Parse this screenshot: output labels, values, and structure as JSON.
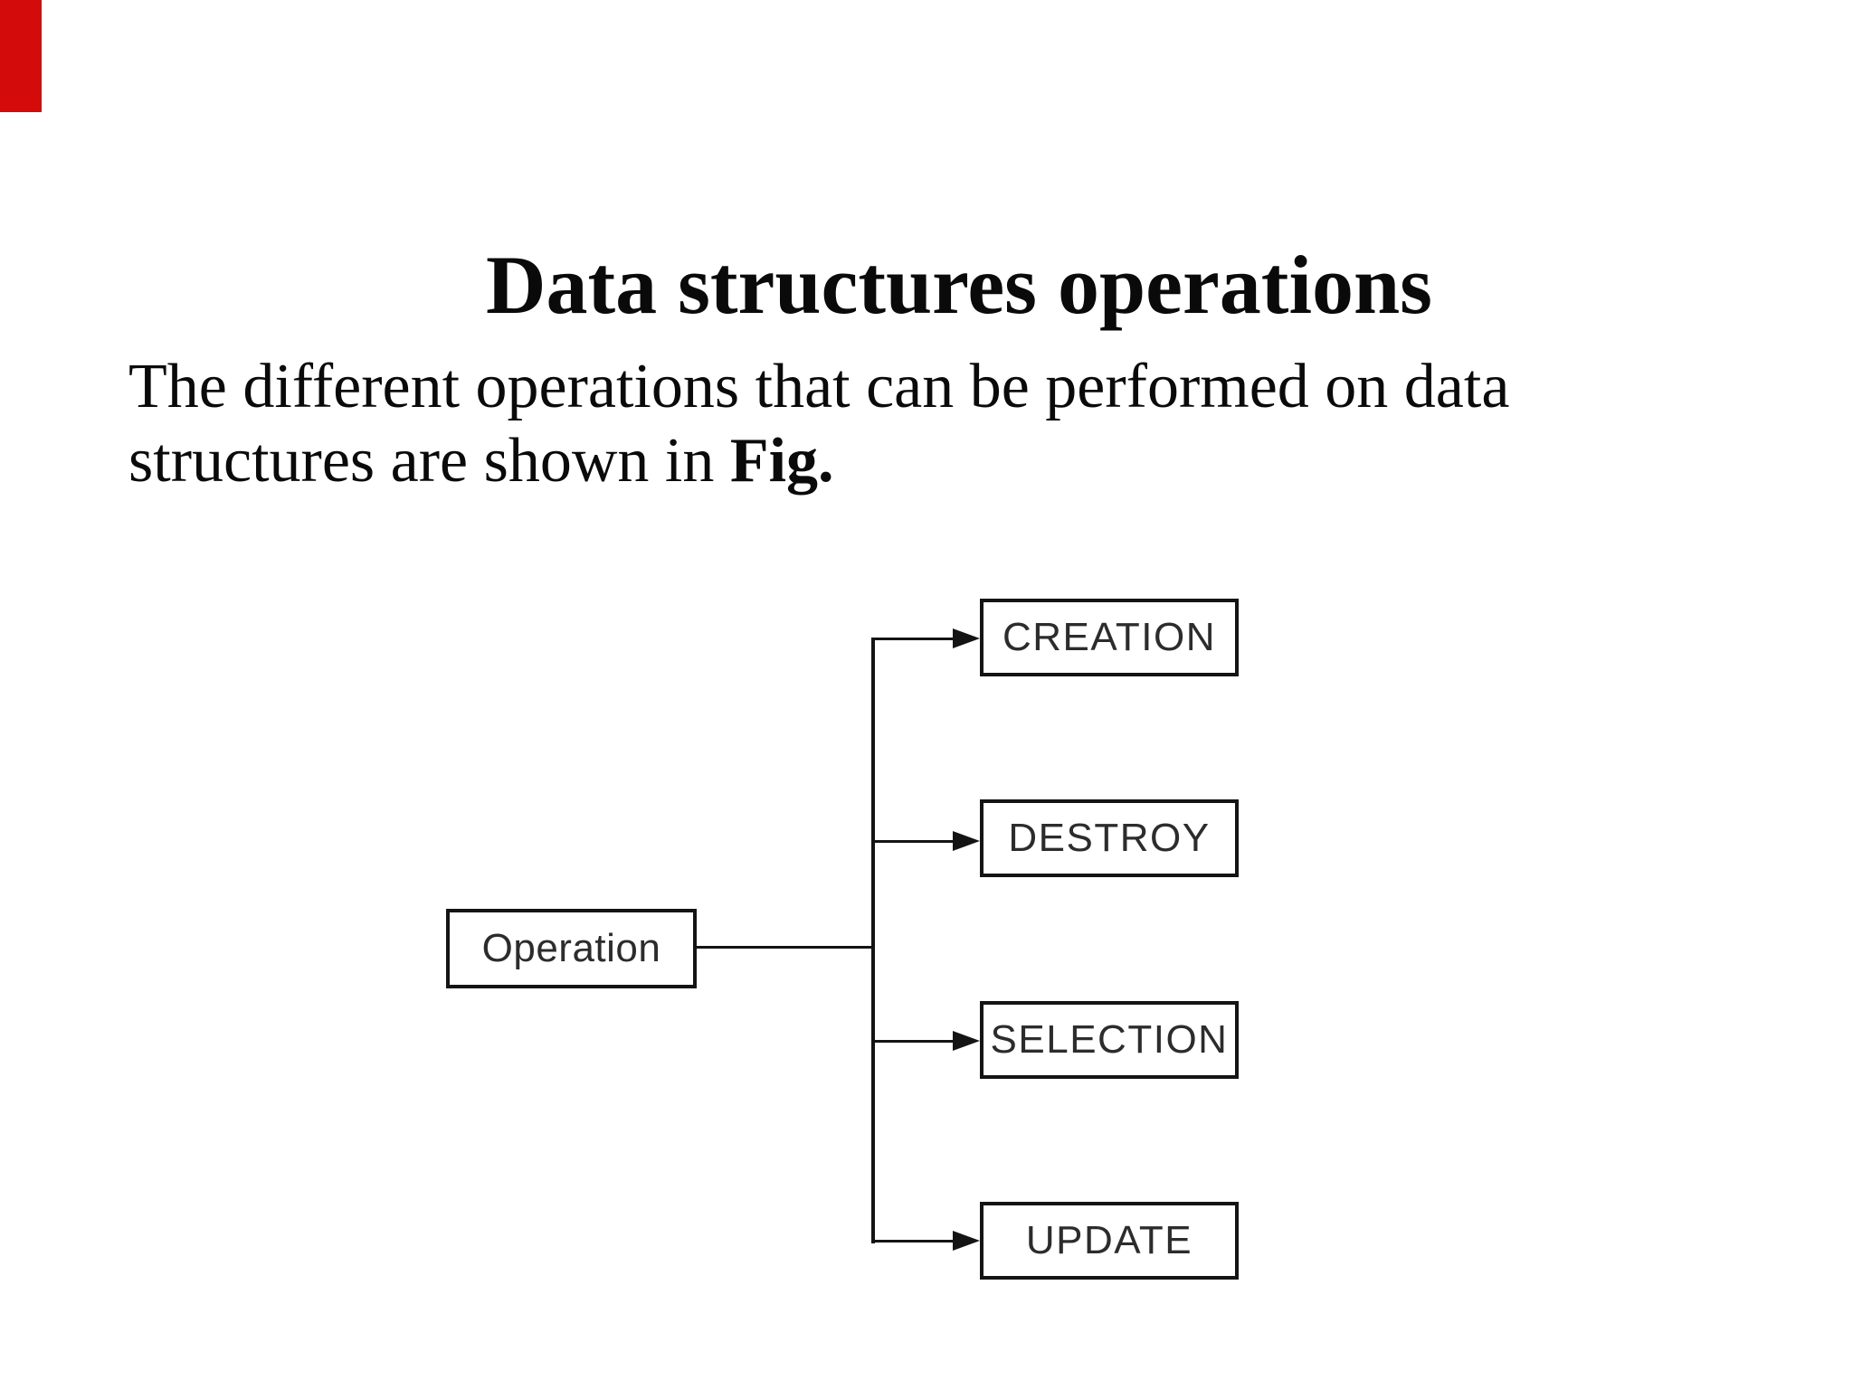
{
  "slide": {
    "title": "Data structures operations",
    "body": {
      "line1": "The different operations that can be performed on data",
      "line2_prefix": "structures are shown in ",
      "line2_bold": "Fig."
    },
    "accent_color": "#d40b0b",
    "background_color": "#ffffff",
    "text_color": "#0a0a0a"
  },
  "diagram": {
    "root": {
      "label": "Operation"
    },
    "children": [
      {
        "label": "CREATION"
      },
      {
        "label": "DESTROY"
      },
      {
        "label": "SELECTION"
      },
      {
        "label": "UPDATE"
      }
    ],
    "line_color": "#141414",
    "box_label_color": "#2c2c2c"
  }
}
